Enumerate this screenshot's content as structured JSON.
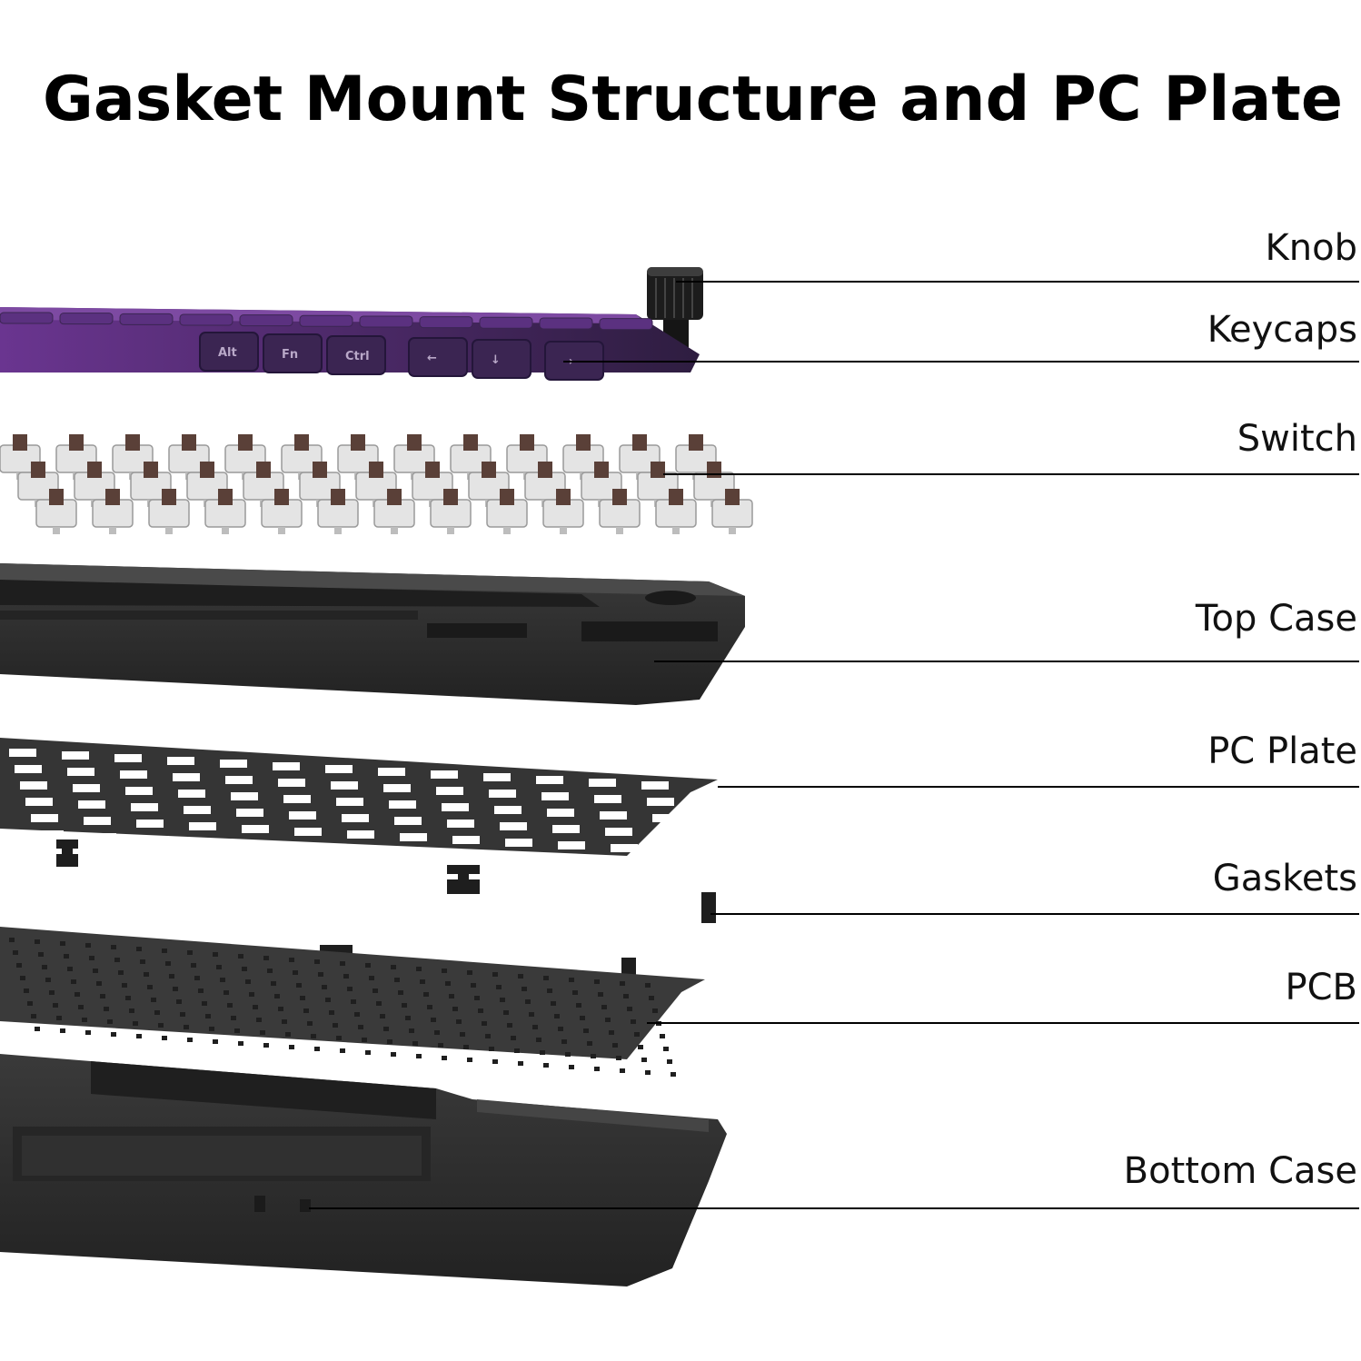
{
  "title": "Gasket Mount Structure and PC Plate",
  "keycap_legends": [
    "Alt",
    "Fn",
    "Ctrl",
    "←",
    "↓",
    "→"
  ],
  "layers": [
    {
      "key": "knob",
      "label": "Knob"
    },
    {
      "key": "keycaps",
      "label": "Keycaps"
    },
    {
      "key": "switch",
      "label": "Switch"
    },
    {
      "key": "top_case",
      "label": "Top Case"
    },
    {
      "key": "pc_plate",
      "label": "PC Plate"
    },
    {
      "key": "gaskets",
      "label": "Gaskets"
    },
    {
      "key": "pcb",
      "label": "PCB"
    },
    {
      "key": "bottom_case",
      "label": "Bottom Case"
    }
  ],
  "colors": {
    "keycap_purple": "#5a2a78",
    "keycap_dark": "#3a2350",
    "case_black": "#2b2b2b",
    "plate_black": "#333333",
    "switch_brown": "#5a4038",
    "leader_line": "#000000"
  }
}
